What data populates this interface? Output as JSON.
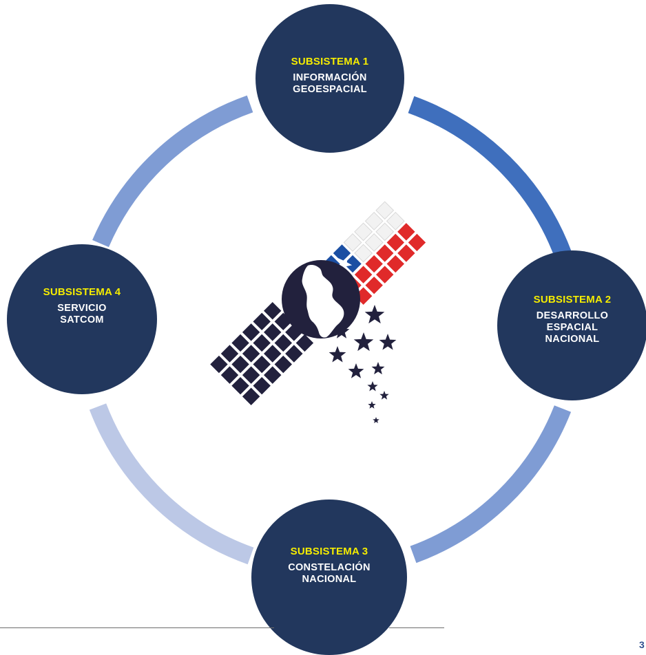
{
  "colors": {
    "node_background": "#22375d",
    "title_text": "#f5ec00",
    "description_text": "#ffffff",
    "ring_segment_1_to_2": "#3f6fbd",
    "ring_segment_2_to_3": "#7f9cd4",
    "ring_segment_3_to_4": "#bcc8e6",
    "ring_segment_4_to_1": "#7f9cd4",
    "flag_red": "#e02a2a",
    "flag_blue": "#1b4fa3",
    "logo_navy": "#22213d"
  },
  "nodes": [
    {
      "title": "SUBSISTEMA 1",
      "description": [
        "INFORMACIÓN",
        "GEOESPACIAL"
      ]
    },
    {
      "title": "SUBSISTEMA 2",
      "description": [
        "DESARROLLO",
        "ESPACIAL",
        "NACIONAL"
      ]
    },
    {
      "title": "SUBSISTEMA 3",
      "description": [
        "CONSTELACIÓN",
        "NACIONAL"
      ]
    },
    {
      "title": "SUBSISTEMA 4",
      "description": [
        "SERVICIO",
        "SATCOM"
      ]
    }
  ],
  "center_logo": {
    "icon": "satellite-globe-flag-icon"
  },
  "footer": {
    "page_mark": "3"
  }
}
